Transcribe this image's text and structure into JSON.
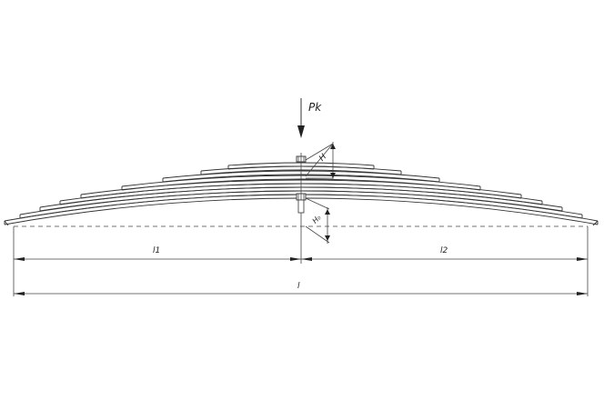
{
  "drawing": {
    "load_label": "Pk",
    "upper_height_label": "H",
    "lower_height_label": "H₀",
    "left_length_label": "l1",
    "right_length_label": "l2",
    "total_length_label": "l"
  }
}
